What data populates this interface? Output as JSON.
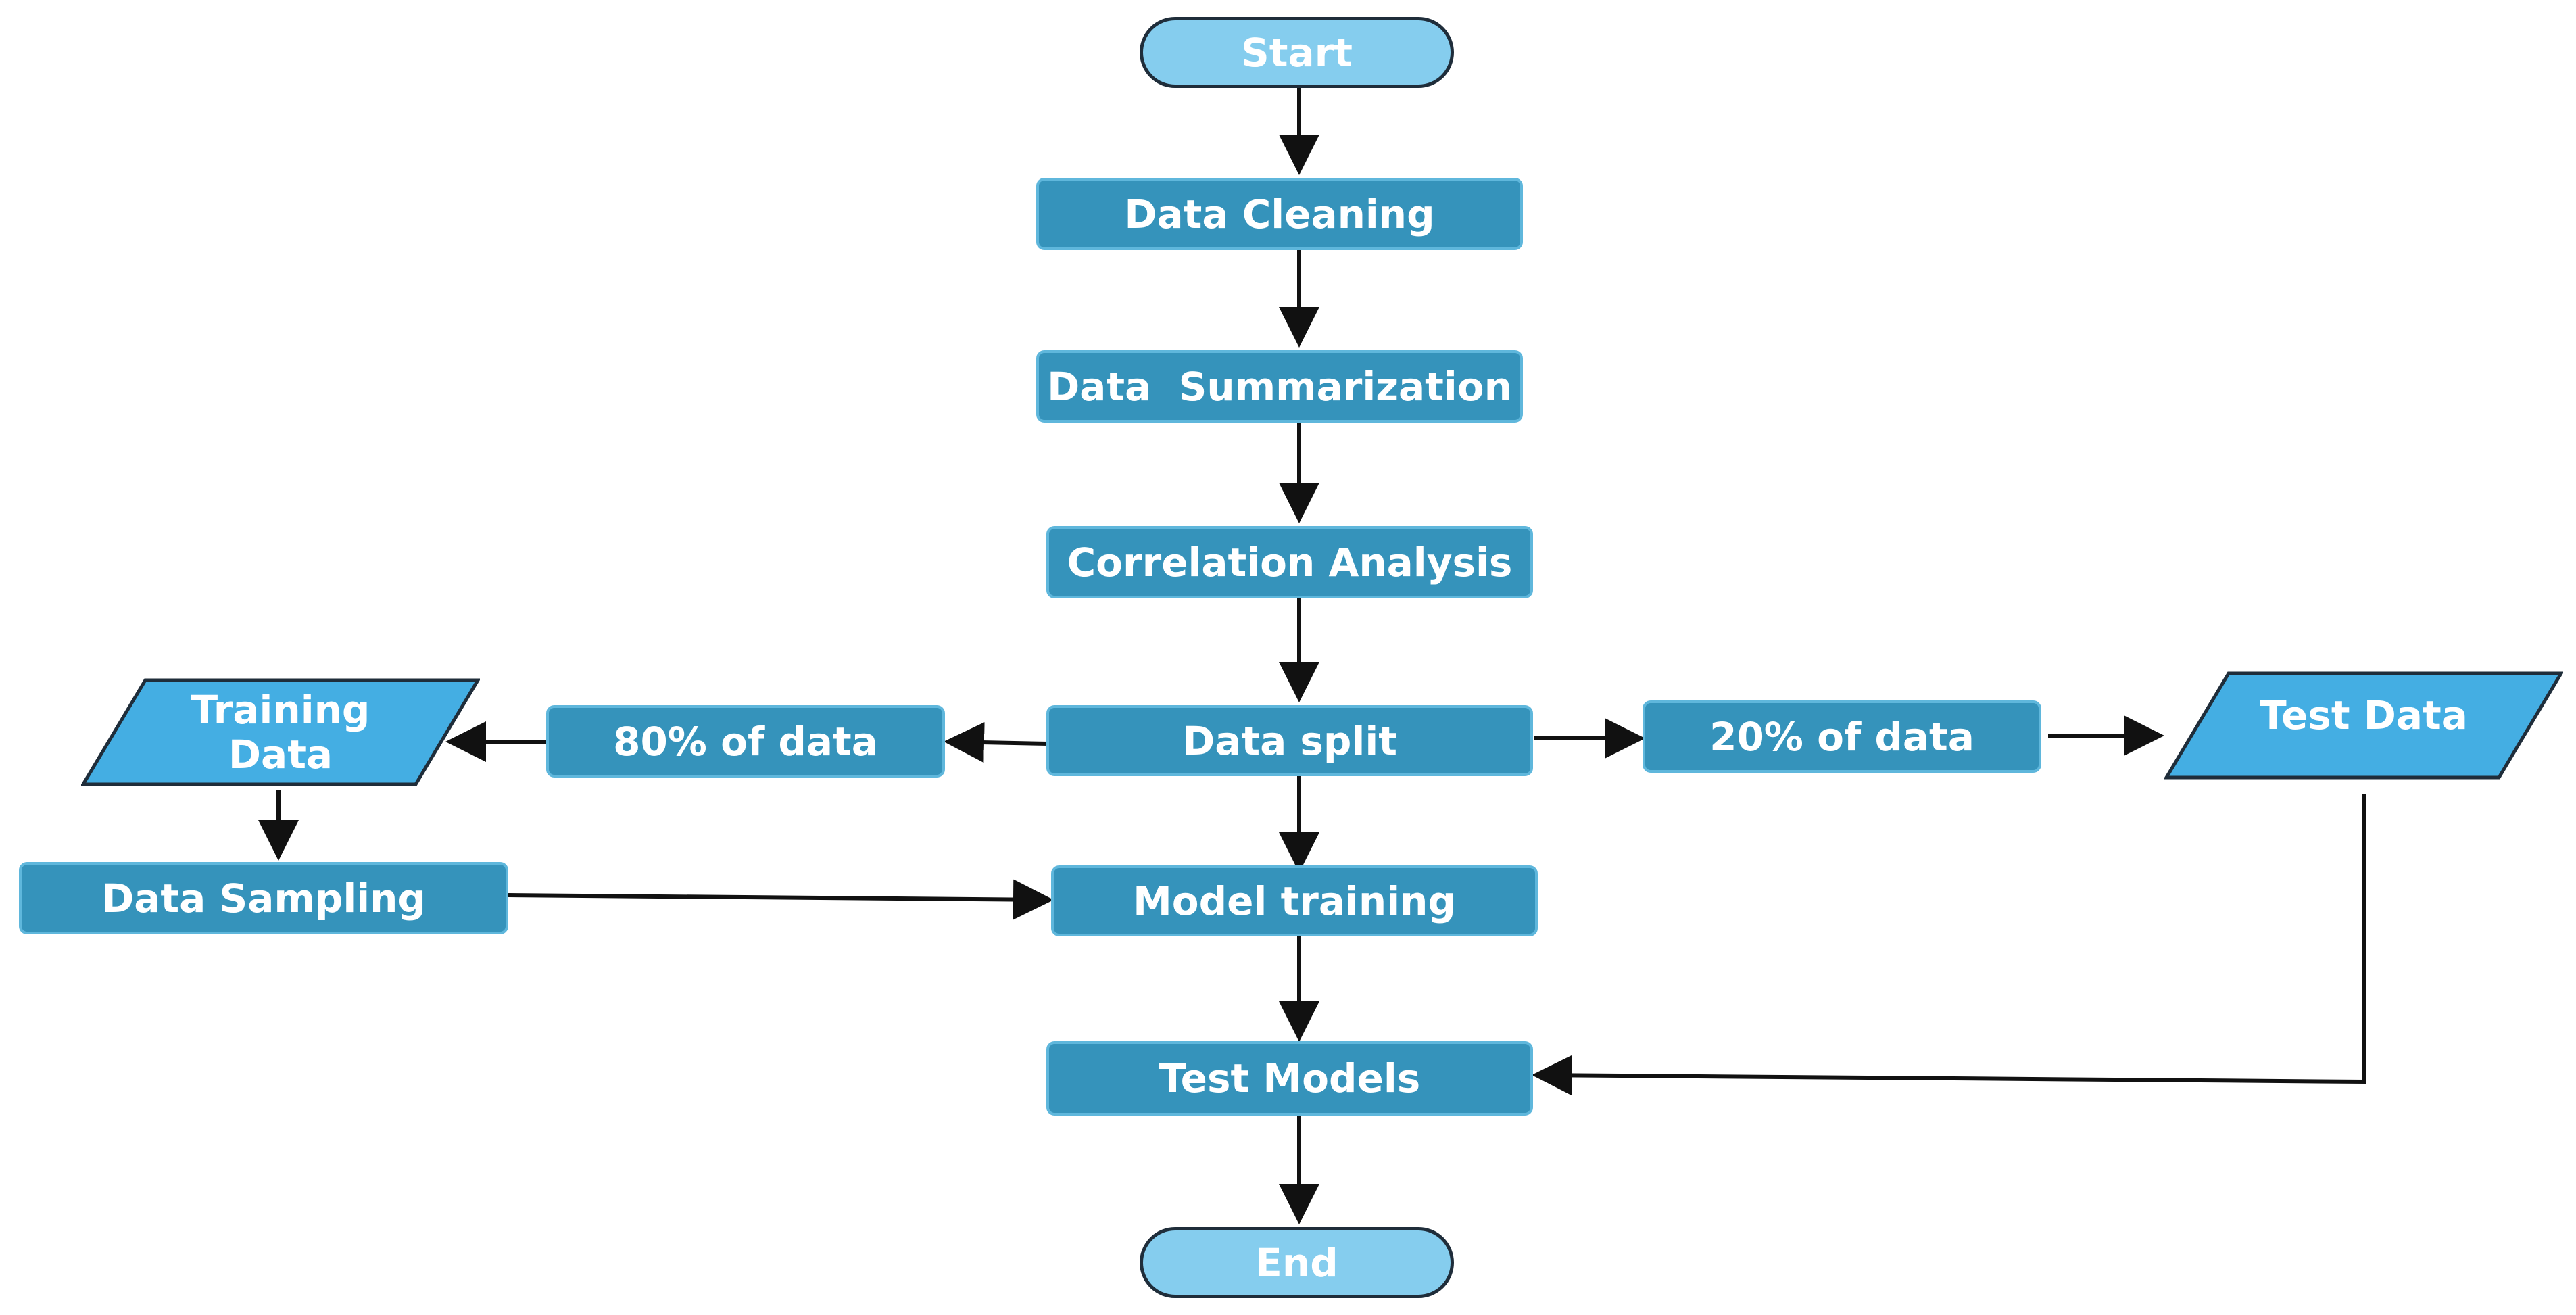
{
  "diagram": {
    "start": "Start",
    "data_cleaning": "Data Cleaning",
    "data_summarization": "Data  Summarization",
    "correlation_analysis": "Correlation Analysis",
    "data_split": "Data split",
    "eighty_percent": "80% of data",
    "twenty_percent": "20% of data",
    "training_data": "Training\nData",
    "test_data": "Test Data",
    "data_sampling": "Data Sampling",
    "model_training": "Model training",
    "test_models": "Test Models",
    "end": "End"
  },
  "colors": {
    "process_fill": "#3593bb",
    "terminal_fill": "#85cdee",
    "data_fill": "#44aee3",
    "connector": "#111111"
  }
}
